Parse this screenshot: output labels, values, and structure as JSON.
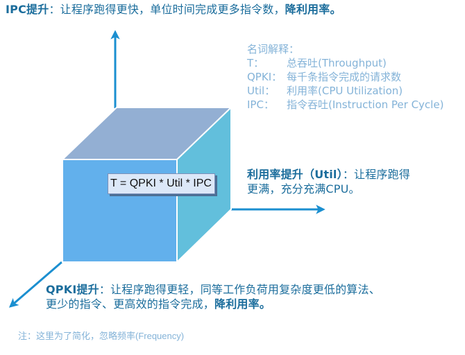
{
  "headline_ipc": {
    "label": "IPC提升",
    "sep": "：让程序跑得更快，单位时间完成更多指令数，",
    "emphasis": "降利用率。"
  },
  "glossary": {
    "title": "名词解释：",
    "entries": [
      {
        "term": "T：",
        "definition": "总吞吐(Throughput)"
      },
      {
        "term": "QPKI：",
        "definition": "每千条指令完成的请求数"
      },
      {
        "term": "Util：",
        "definition": "利用率(CPU Utilization)"
      },
      {
        "term": "IPC：",
        "definition": "指令吞吐(Instruction Per Cycle)"
      }
    ]
  },
  "util_desc": {
    "label": "利用率提升（Util）",
    "line1_rest": "：让程序跑得",
    "line2": "更满，充分充满CPU。"
  },
  "qpki_desc": {
    "label": "QPKI提升",
    "line1_rest": "：让程序跑得更轻，同等工作负荷用复杂度更低的算法、",
    "line2_prefix": "更少的指令、更高效的指令完成，",
    "line2_emphasis": "降利用率。"
  },
  "formula": "T = QPKI * Util * IPC",
  "footnote": "注：这里为了简化，忽略频率(Frequency)",
  "colors": {
    "arrow": "#1b8fd0",
    "cube_front": "#62b0ec",
    "cube_top": "#93afd3",
    "cube_side": "#62bfdc",
    "text_dark": "#1b6d9c",
    "text_light": "#84b3d8"
  }
}
